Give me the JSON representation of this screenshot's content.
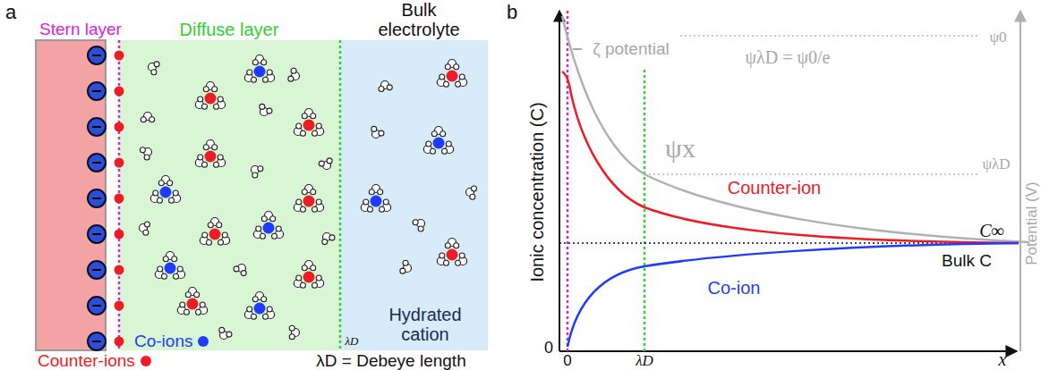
{
  "diagram": {
    "nodes": [
      {
        "text": [
          "Diffuse layer"
        ]
      },
      {
        "text": [
          "Bulk electrolyte",
          "Hydrated cation"
        ]
      }
    ],
    "labels": [
      "a",
      "Stern layer",
      "λD",
      "λD = Debeye length",
      "b",
      "ζ potential",
      "ψλD = ψ0/e",
      "ψ0",
      "ψx",
      "ψλD",
      "Counter-ion",
      "Co-ion",
      "C∞",
      "Bulk C",
      "Ionic concentration (C)",
      "Potential (V)",
      "0",
      "0",
      "λD",
      "x"
    ],
    "legend": [
      {
        "text": "Co-ions",
        "color": "#1f3bff"
      },
      {
        "text": "Counter-ions",
        "color": "#ee1c25"
      }
    ]
  }
}
